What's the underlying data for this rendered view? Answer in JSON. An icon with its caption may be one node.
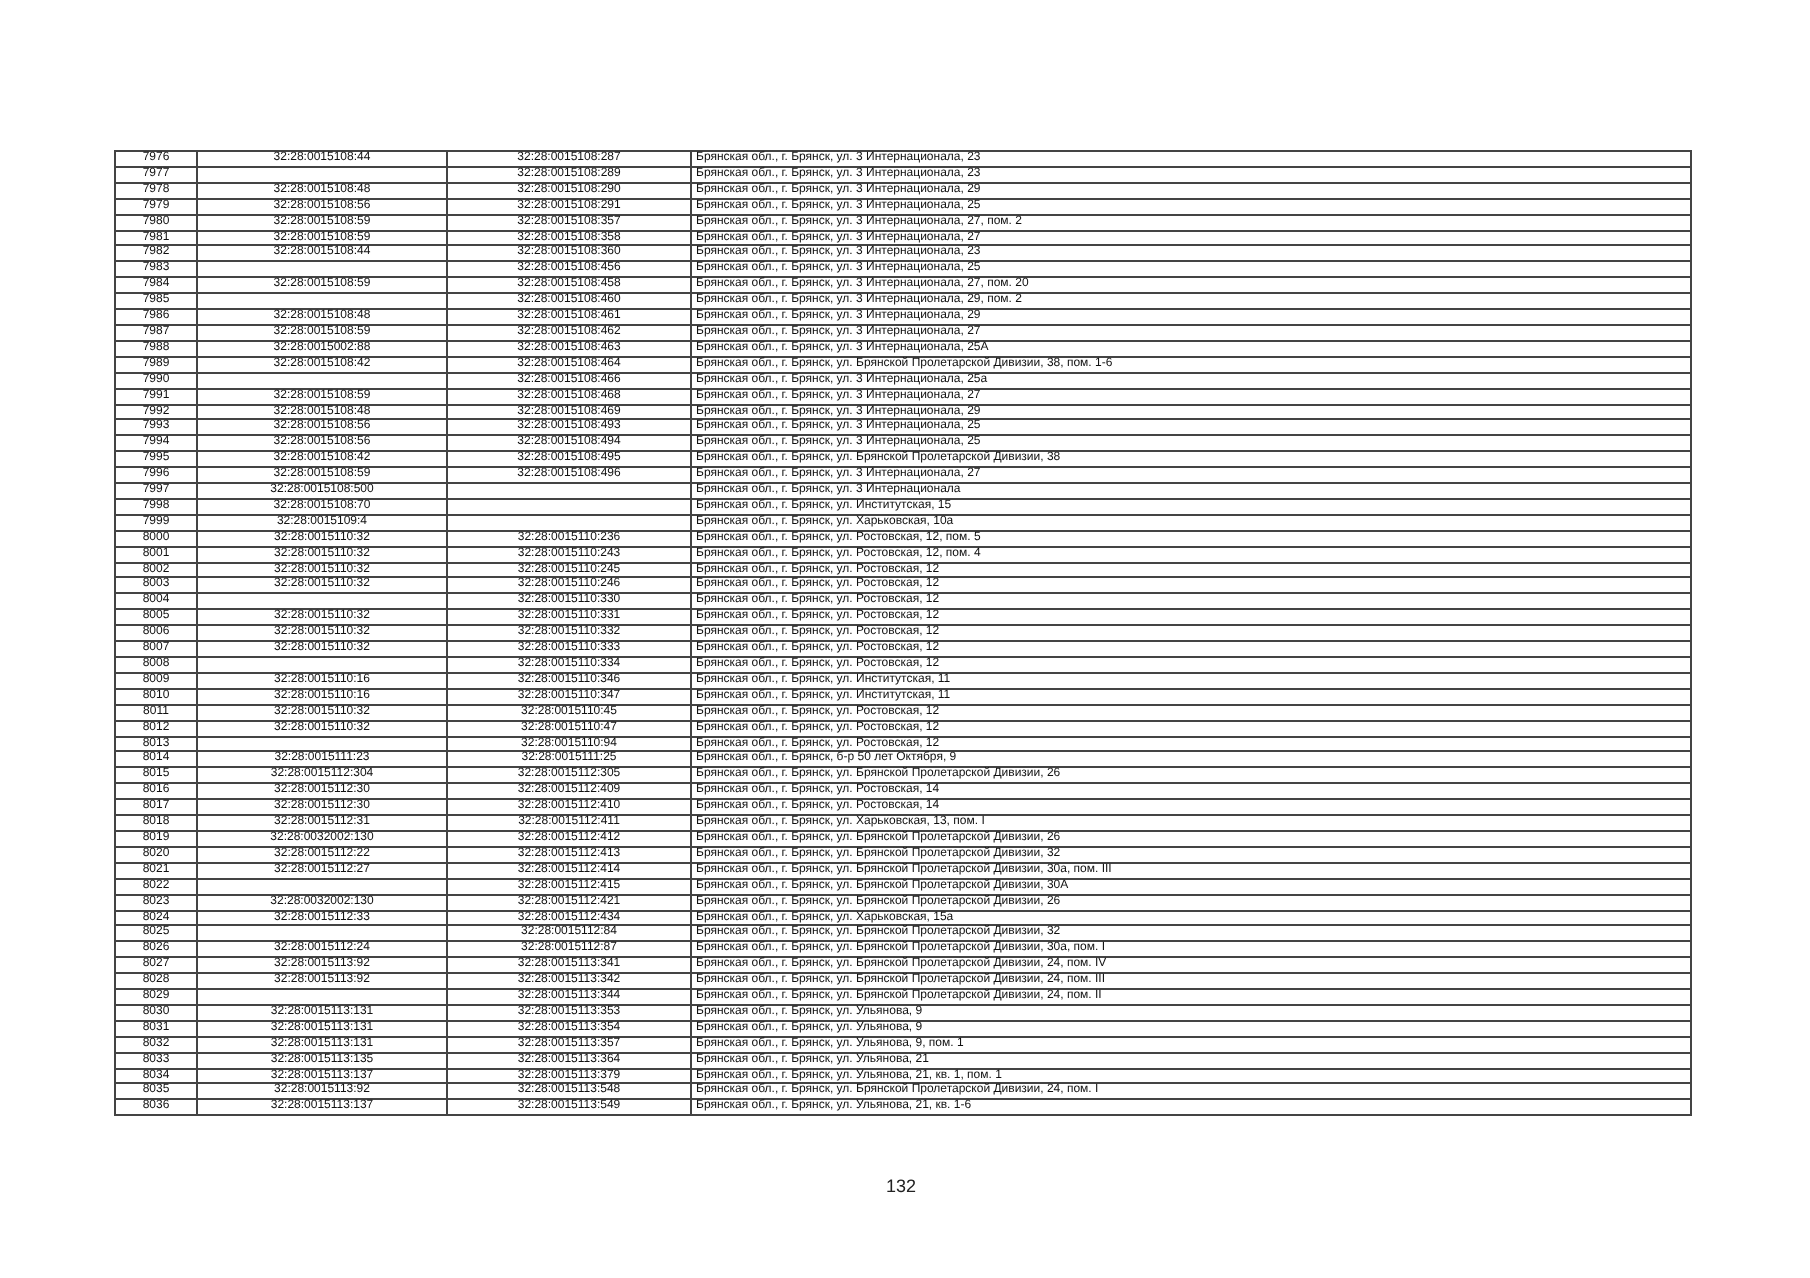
{
  "diagram": {
    "labels": [
      "7976",
      "32:28:0015108:44",
      "32:28:0015108:287",
      "Брянская обл., г. Брянск, ул. 3 Интернационала, 23",
      "7977",
      "32:28:0015108:289",
      "Брянская обл., г. Брянск, ул. 3 Интернационала, 23",
      "7978",
      "32:28:0015108:48",
      "32:28:0015108:290",
      "Брянская обл., г. Брянск, ул. 3 Интернационала, 29",
      "7979",
      "32:28:0015108:56",
      "32:28:0015108:291",
      "Брянская обл., г. Брянск, ул. 3 Интернационала, 25",
      "7980",
      "32:28:0015108:59",
      "32:28:0015108:357",
      "Брянская обл., г. Брянск, ул. 3 Интернационала, 27, пом. 2",
      "7981",
      "32:28:0015108:59",
      "32:28:0015108:358",
      "Брянская обл., г. Брянск, ул. 3 Интернационала, 27",
      "7982",
      "32:28:0015108:44",
      "32:28:0015108:360",
      "Брянская обл., г. Брянск, ул. 3 Интернационала, 23",
      "7983",
      "32:28:0015108:456",
      "Брянская обл., г. Брянск, ул. 3 Интернационала, 25",
      "7984",
      "32:28:0015108:59",
      "32:28:0015108:458",
      "Брянская обл., г. Брянск, ул. 3 Интернационала, 27, пом. 20",
      "7985",
      "32:28:0015108:460",
      "Брянская обл., г. Брянск, ул. 3 Интернационала, 29, пом. 2",
      "7986",
      "32:28:0015108:48",
      "32:28:0015108:461",
      "Брянская обл., г. Брянск, ул. 3 Интернационала, 29",
      "7987",
      "32:28:0015108:59",
      "32:28:0015108:462",
      "Брянская обл., г. Брянск, ул. 3 Интернационала, 27",
      "7988",
      "32:28:0015002:88",
      "32:28:0015108:463",
      "Брянская обл., г. Брянск, ул. 3 Интернационала, 25А",
      "7989",
      "32:28:0015108:42",
      "32:28:0015108:464",
      "Брянская обл., г. Брянск, ул. Брянской Пролетарской Дивизии, 38, пом. 1-6",
      "7990",
      "32:28:0015108:466",
      "Брянская обл., г. Брянск, ул. 3 Интернационала, 25а",
      "7991",
      "32:28:0015108:59",
      "32:28:0015108:468",
      "Брянская обл., г. Брянск, ул. 3 Интернационала, 27",
      "7992",
      "32:28:0015108:48",
      "32:28:0015108:469",
      "Брянская обл., г. Брянск, ул. 3 Интернационала, 29",
      "7993",
      "32:28:0015108:56",
      "32:28:0015108:493",
      "Брянская обл., г. Брянск, ул. 3 Интернационала, 25",
      "7994",
      "32:28:0015108:56",
      "32:28:0015108:494",
      "Брянская обл., г. Брянск, ул. 3 Интернационала, 25",
      "7995",
      "32:28:0015108:42",
      "32:28:0015108:495",
      "Брянская обл., г. Брянск, ул. Брянской Пролетарской Дивизии, 38",
      "7996",
      "32:28:0015108:59",
      "32:28:0015108:496",
      "Брянская обл., г. Брянск, ул. 3 Интернационала, 27",
      "7997",
      "32:28:0015108:500",
      "Брянская обл., г. Брянск, ул. 3 Интернационала",
      "7998",
      "32:28:0015108:70",
      "Брянская обл., г. Брянск, ул. Институтская, 15",
      "7999",
      "32:28:0015109:4",
      "Брянская обл., г. Брянск, ул. Харьковская, 10а",
      "8000",
      "32:28:0015110:32",
      "32:28:0015110:236",
      "Брянская обл., г. Брянск, ул. Ростовская, 12, пом. 5",
      "8001",
      "32:28:0015110:32",
      "32:28:0015110:243",
      "Брянская обл., г. Брянск, ул. Ростовская, 12, пом. 4",
      "8002",
      "32:28:0015110:32",
      "32:28:0015110:245",
      "Брянская обл., г. Брянск, ул. Ростовская, 12",
      "8003",
      "32:28:0015110:32",
      "32:28:0015110:246",
      "Брянская обл., г. Брянск, ул. Ростовская, 12",
      "8004",
      "32:28:0015110:330",
      "Брянская обл., г. Брянск, ул. Ростовская, 12",
      "8005",
      "32:28:0015110:32",
      "32:28:0015110:331",
      "Брянская обл., г. Брянск, ул. Ростовская, 12",
      "8006",
      "32:28:0015110:32",
      "32:28:0015110:332",
      "Брянская обл., г. Брянск, ул. Ростовская, 12",
      "8007",
      "32:28:0015110:32",
      "32:28:0015110:333",
      "Брянская обл., г. Брянск, ул. Ростовская, 12",
      "8008",
      "32:28:0015110:334",
      "Брянская обл., г. Брянск, ул. Ростовская, 12",
      "8009",
      "32:28:0015110:16",
      "32:28:0015110:346",
      "Брянская обл., г. Брянск, ул. Институтская, 11",
      "8010",
      "32:28:0015110:16",
      "32:28:0015110:347",
      "Брянская обл., г. Брянск, ул. Институтская, 11",
      "8011",
      "32:28:0015110:32",
      "32:28:0015110:45",
      "Брянская обл., г. Брянск, ул. Ростовская, 12",
      "8012",
      "32:28:0015110:32",
      "32:28:0015110:47",
      "Брянская обл., г. Брянск, ул. Ростовская, 12",
      "8013",
      "32:28:0015110:94",
      "Брянская обл., г. Брянск, ул. Ростовская, 12",
      "8014",
      "32:28:0015111:23",
      "32:28:0015111:25",
      "Брянская обл., г. Брянск, б-р 50 лет Октября, 9",
      "8015",
      "32:28:0015112:304",
      "32:28:0015112:305",
      "Брянская обл., г. Брянск, ул. Брянской Пролетарской Дивизии, 26",
      "8016",
      "32:28:0015112:30",
      "32:28:0015112:409",
      "Брянская обл., г. Брянск, ул. Ростовская, 14",
      "8017",
      "32:28:0015112:30",
      "32:28:0015112:410",
      "Брянская обл., г. Брянск, ул. Ростовская, 14",
      "8018",
      "32:28:0015112:31",
      "32:28:0015112:411",
      "Брянская обл., г. Брянск, ул. Харьковская, 13, пом. I",
      "8019",
      "32:28:0032002:130",
      "32:28:0015112:412",
      "Брянская обл., г. Брянск, ул. Брянской Пролетарской Дивизии, 26",
      "8020",
      "32:28:0015112:22",
      "32:28:0015112:413",
      "Брянская обл., г. Брянск, ул. Брянской Пролетарской Дивизии, 32",
      "8021",
      "32:28:0015112:27",
      "32:28:0015112:414",
      "Брянская обл., г. Брянск, ул. Брянской Пролетарской Дивизии, 30а, пом. III",
      "8022",
      "32:28:0015112:415",
      "Брянская обл., г. Брянск, ул. Брянской Пролетарской Дивизии, 30А",
      "8023",
      "32:28:0032002:130",
      "32:28:0015112:421",
      "Брянская обл., г. Брянск, ул. Брянской Пролетарской Дивизии, 26",
      "8024",
      "32:28:0015112:33",
      "32:28:0015112:434",
      "Брянская обл., г. Брянск, ул. Харьковская, 15а",
      "8025",
      "32:28:0015112:84",
      "Брянская обл., г. Брянск, ул. Брянской Пролетарской Дивизии, 32",
      "8026",
      "32:28:0015112:24",
      "32:28:0015112:87",
      "Брянская обл., г. Брянск, ул. Брянской Пролетарской Дивизии, 30а, пом. I",
      "8027",
      "32:28:0015113:92",
      "32:28:0015113:341",
      "Брянская обл., г. Брянск, ул. Брянской Пролетарской Дивизии, 24, пом. IV",
      "8028",
      "32:28:0015113:92",
      "32:28:0015113:342",
      "Брянская обл., г. Брянск, ул. Брянской Пролетарской Дивизии, 24, пом. III",
      "8029",
      "32:28:0015113:344",
      "Брянская обл., г. Брянск, ул. Брянской Пролетарской Дивизии, 24, пом. II",
      "8030",
      "32:28:0015113:131",
      "32:28:0015113:353",
      "Брянская обл., г. Брянск, ул. Ульянова, 9",
      "8031",
      "32:28:0015113:131",
      "32:28:0015113:354",
      "Брянская обл., г. Брянск, ул. Ульянова, 9",
      "8032",
      "32:28:0015113:131",
      "32:28:0015113:357",
      "Брянская обл., г. Брянск, ул. Ульянова, 9, пом. 1",
      "8033",
      "32:28:0015113:135",
      "32:28:0015113:364",
      "Брянская обл., г. Брянск, ул. Ульянова, 21",
      "8034",
      "32:28:0015113:137",
      "32:28:0015113:379",
      "Брянская обл., г. Брянск, ул. Ульянова, 21, кв. 1, пом. 1",
      "8035",
      "32:28:0015113:92",
      "32:28:0015113:548",
      "Брянская обл., г. Брянск, ул. Брянской Пролетарской Дивизии, 24, пом. I",
      "8036",
      "32:28:0015113:137",
      "32:28:0015113:549",
      "Брянская обл., г. Брянск, ул. Ульянова, 21, кв. 1-6",
      "132"
    ]
  }
}
